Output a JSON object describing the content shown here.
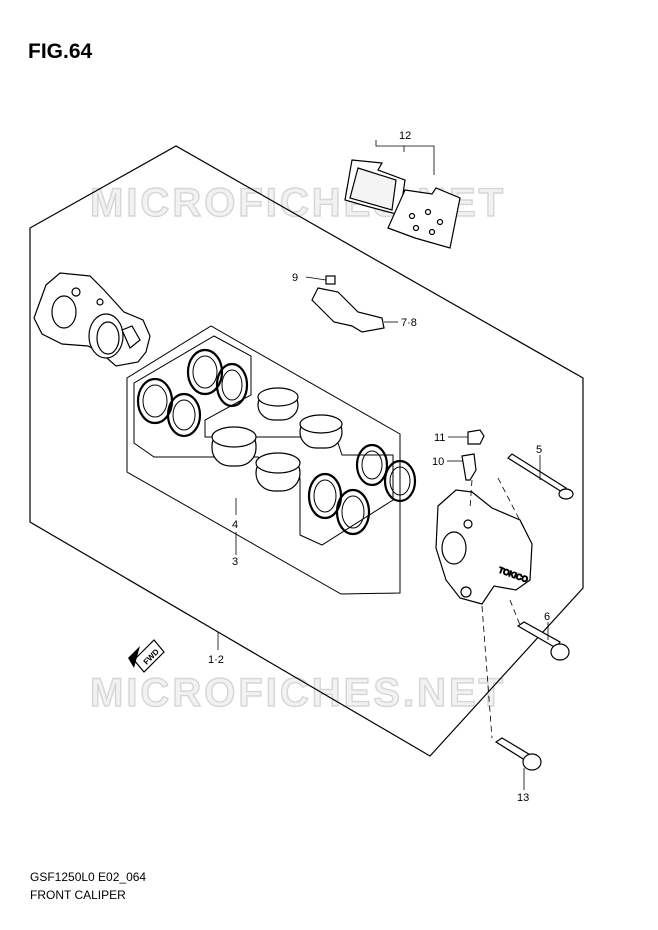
{
  "header": {
    "figure_title": "FIG.64"
  },
  "footer": {
    "model_code": "GSF1250L0 E02_064",
    "section_name": "FRONT CALIPER"
  },
  "watermark": {
    "text": "MICROFICHES.NET"
  },
  "direction_badge": {
    "text": "FWD"
  },
  "parts_labels": {
    "p12": "12",
    "p9": "9",
    "p78": "7·8",
    "p11": "11",
    "p10": "10",
    "p5": "5",
    "p4": "4",
    "p3": "3",
    "p6": "6",
    "p12b": "1·2",
    "p13": "13"
  },
  "caliper_mark": "TOKICO"
}
